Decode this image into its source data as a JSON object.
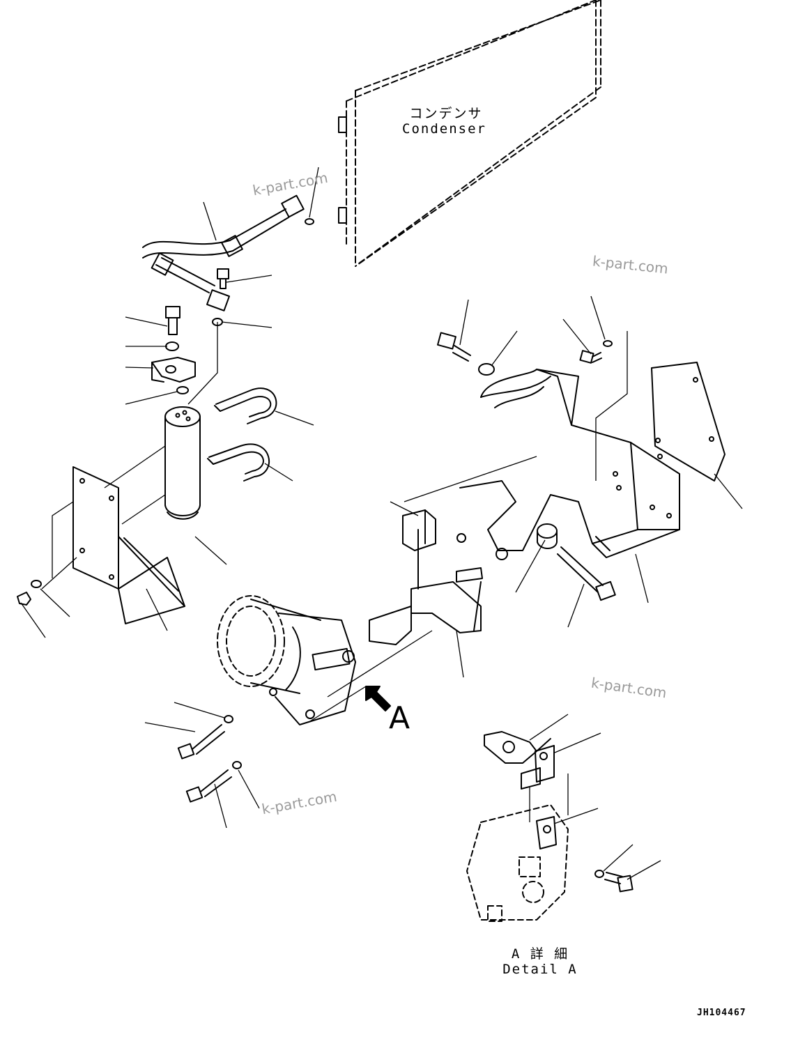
{
  "labels": {
    "condenser_jp": "コンデンサ",
    "condenser_en": "Condenser",
    "view_letter": "A",
    "detail_jp": "A 詳 細",
    "detail_en": "Detail A",
    "drawing_code": "JH104467"
  },
  "watermarks": [
    "k-part.com",
    "k-part.com",
    "k-part.com",
    "k-part.com"
  ],
  "icons": {
    "view_arrow": "arrow-up-left-icon"
  },
  "colors": {
    "line": "#000000",
    "watermark": "#9a9a9a",
    "background": "#ffffff"
  }
}
